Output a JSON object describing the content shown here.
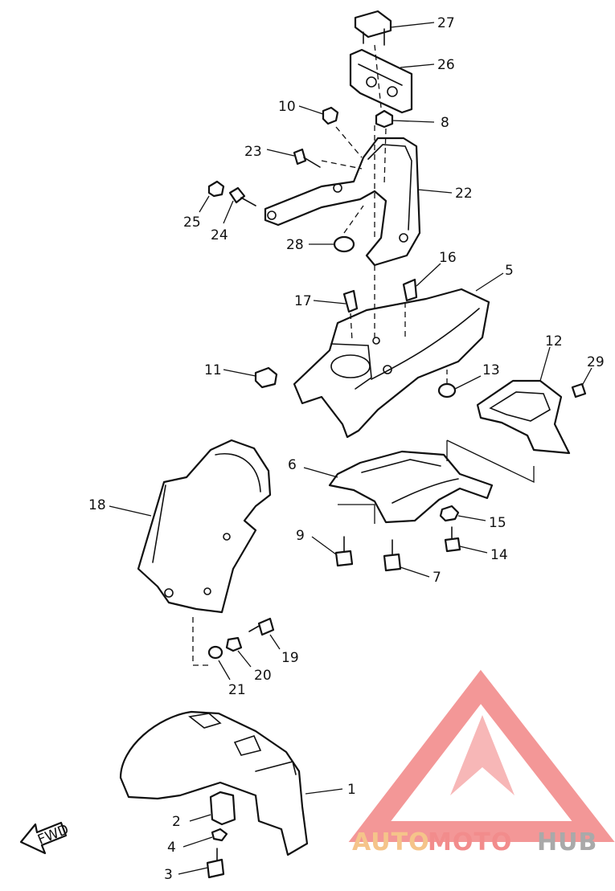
{
  "diagram": {
    "callouts": [
      "27",
      "26",
      "10",
      "8",
      "23",
      "22",
      "25",
      "24",
      "28",
      "16",
      "5",
      "17",
      "11",
      "13",
      "12",
      "29",
      "6",
      "15",
      "18",
      "9",
      "14",
      "7",
      "19",
      "20",
      "21",
      "1",
      "2",
      "4",
      "3"
    ],
    "fwd_label": "FWD"
  },
  "watermark": {
    "text_part1": "AUTO",
    "text_part2": "MOTO",
    "text_part3": "HUB",
    "color_red": "#f28c8c",
    "color_orange": "#f5c48a",
    "color_gray": "#a9a9a9"
  }
}
